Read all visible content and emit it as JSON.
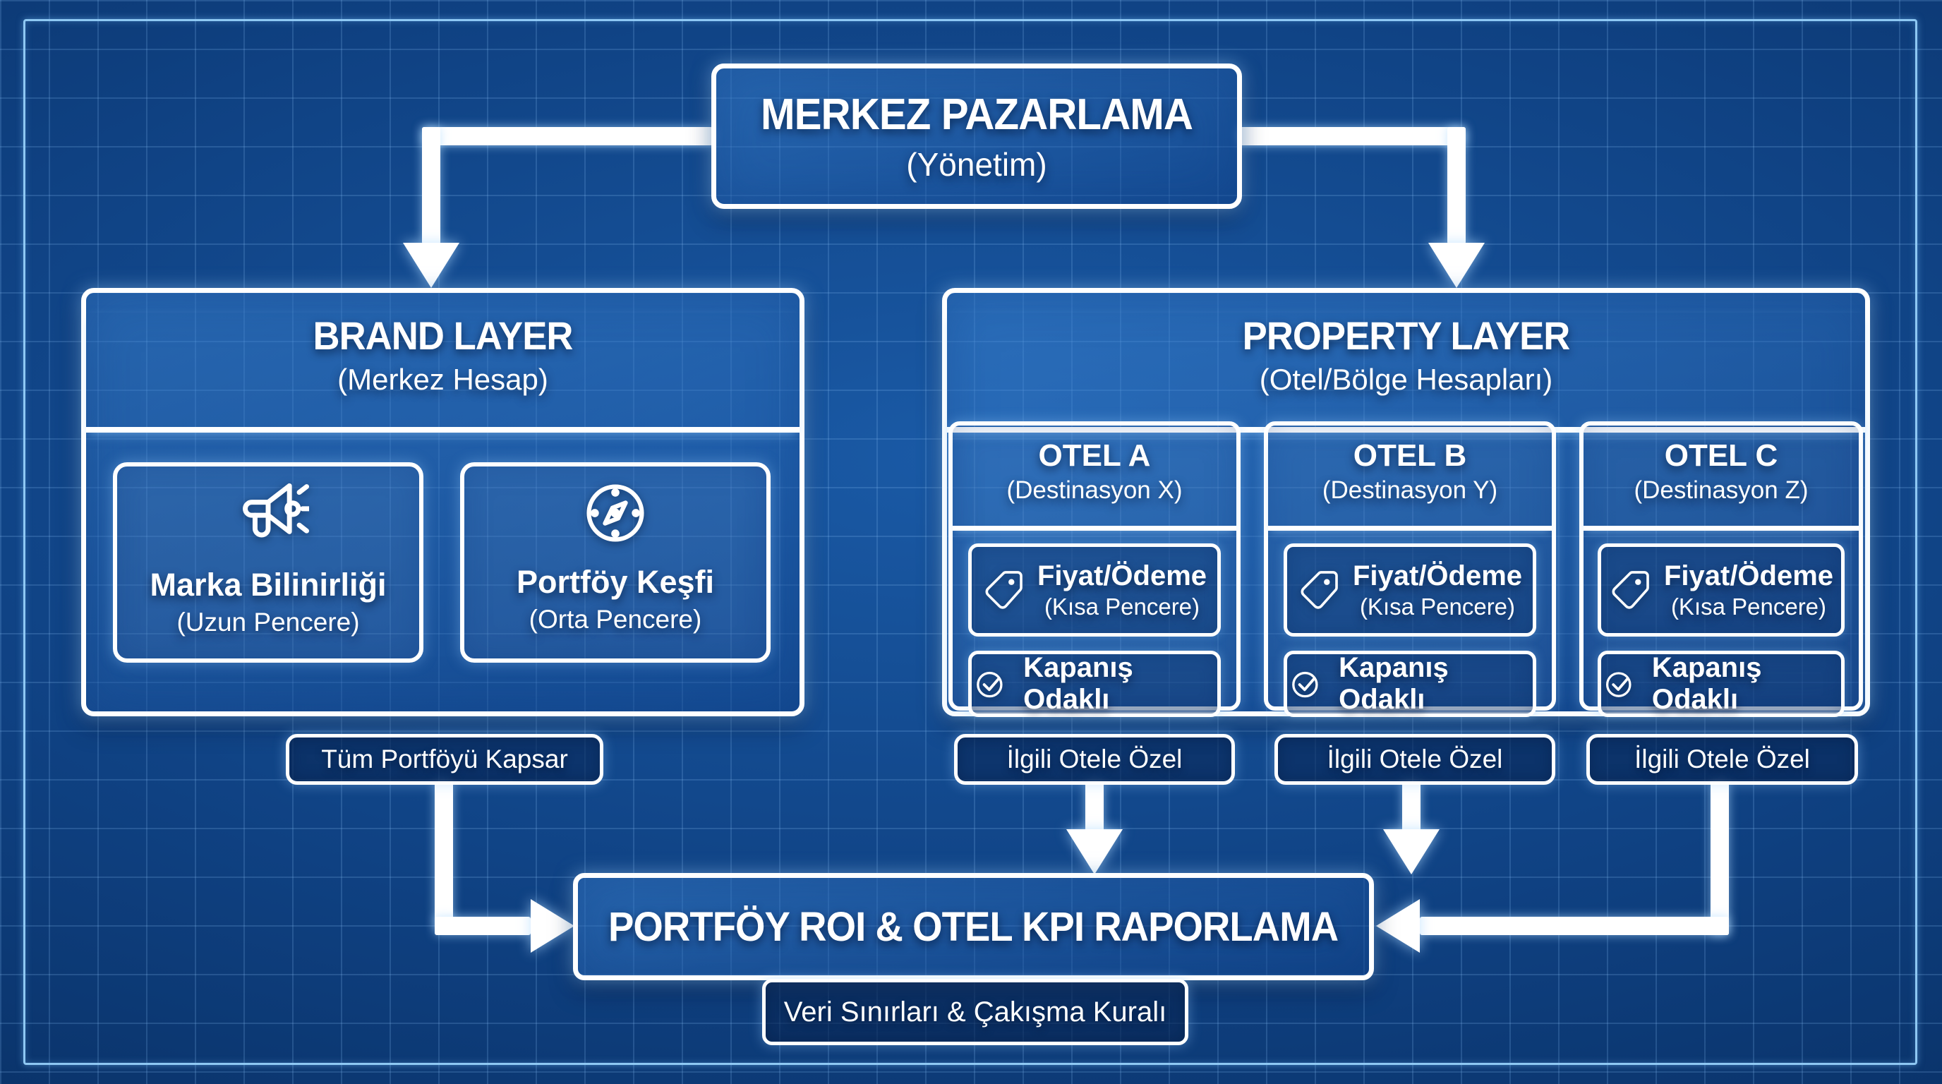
{
  "palette": {
    "background_navy": "#0d3a74",
    "grid_blue": "#87bef5",
    "stroke_white": "#ffffff",
    "frame_light_blue": "#96d0fa"
  },
  "root_box": {
    "title": "MERKEZ PAZARLAMA",
    "subtitle": "(Yönetim)"
  },
  "brand_layer": {
    "title": "BRAND LAYER",
    "subtitle": "(Merkez Hesap)",
    "cards": [
      {
        "icon": "megaphone-icon",
        "title": "Marka Bilinirliği",
        "subtitle": "(Uzun Pencere)"
      },
      {
        "icon": "compass-icon",
        "title": "Portföy Keşfi",
        "subtitle": "(Orta Pencere)"
      }
    ],
    "footer_label": "Tüm Portföyü Kapsar"
  },
  "property_layer": {
    "title": "PROPERTY LAYER",
    "subtitle": "(Otel/Bölge Hesapları)",
    "hotels": [
      {
        "name": "OTEL A",
        "destination": "(Destinasyon X)",
        "chips": [
          {
            "icon": "tag-icon",
            "title": "Fiyat/Ödeme",
            "subtitle": "(Kısa Pencere)"
          },
          {
            "icon": "check-circle-icon",
            "title": "Kapanış Odaklı"
          }
        ],
        "footer_label": "İlgili Otele Özel"
      },
      {
        "name": "OTEL B",
        "destination": "(Destinasyon Y)",
        "chips": [
          {
            "icon": "tag-icon",
            "title": "Fiyat/Ödeme",
            "subtitle": "(Kısa Pencere)"
          },
          {
            "icon": "check-circle-icon",
            "title": "Kapanış Odaklı"
          }
        ],
        "footer_label": "İlgili Otele Özel"
      },
      {
        "name": "OTEL C",
        "destination": "(Destinasyon Z)",
        "chips": [
          {
            "icon": "tag-icon",
            "title": "Fiyat/Ödeme",
            "subtitle": "(Kısa Pencere)"
          },
          {
            "icon": "check-circle-icon",
            "title": "Kapanış Odaklı"
          }
        ],
        "footer_label": "İlgili Otele Özel"
      }
    ]
  },
  "report_box": {
    "title": "PORTFÖY ROI & OTEL KPI RAPORLAMA",
    "note": "Veri Sınırları & Çakışma Kuralı"
  }
}
